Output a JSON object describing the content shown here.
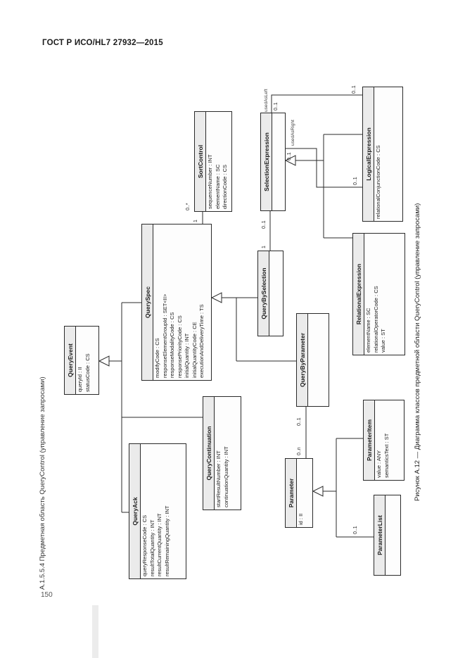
{
  "page": {
    "header": "ГОСТ Р ИСО/HL7 27932—2015",
    "section_label": "А.1.5.5.4 Предметная область QueryControl (управление запросами)",
    "caption": "Рисунок А.12 — Диаграмма классов предметной области QueryControl (управление запросами)",
    "page_number": "150"
  },
  "diagram": {
    "classes": [
      {
        "name": "QueryEvent",
        "attributes": [
          "queryId : II",
          "statusCode : CS"
        ]
      },
      {
        "name": "QueryAck",
        "attributes": [
          "queryResponseCode : CS",
          "resultTotalQuantity : INT",
          "resultCurrentQuantity : INT",
          "resultRemainingQuantity : INT"
        ]
      },
      {
        "name": "QueryContinuation",
        "attributes": [
          "startResultNumber : INT",
          "continuationQuantity : INT"
        ]
      },
      {
        "name": "QuerySpec",
        "attributes": [
          "modifyCode : CS",
          "responseElementGroupId : SET<II>",
          "responseModalityCode : CS",
          "responsePriorityCode : CS",
          "initialQuantity : INT",
          "initialQuantityCode : CE",
          "executionAndDeliveryTime : TS"
        ]
      },
      {
        "name": "SortControl",
        "attributes": [
          "sequenceNumber : INT",
          "elementName : SC",
          "directionCode : CS"
        ]
      },
      {
        "name": "QueryBySelection",
        "attributes": []
      },
      {
        "name": "SelectionExpression",
        "attributes": []
      },
      {
        "name": "QueryByParameter",
        "attributes": []
      },
      {
        "name": "Parameter",
        "attributes": [
          "id : II"
        ]
      },
      {
        "name": "RelationalExpression",
        "attributes": [
          "elementName : SC",
          "relationalOperatorCode : CS",
          "value : ST"
        ]
      },
      {
        "name": "LogicalExpression",
        "attributes": [
          "relationalConjunctionCode : CS"
        ]
      },
      {
        "name": "ParameterItem",
        "attributes": [
          "value : ANY",
          "semanticsText : ST"
        ]
      },
      {
        "name": "ParameterList",
        "attributes": []
      }
    ],
    "labels": [
      {
        "text": "1"
      },
      {
        "text": "0..*"
      },
      {
        "text": "1"
      },
      {
        "text": "0..1"
      },
      {
        "text": "usedAsLeft"
      },
      {
        "text": "0..1"
      },
      {
        "text": "0..1"
      },
      {
        "text": "usedAsRight"
      },
      {
        "text": "0..1"
      },
      {
        "text": "0..1"
      },
      {
        "text": "0..n"
      },
      {
        "text": "0..1"
      },
      {
        "text": "0..1"
      }
    ]
  }
}
